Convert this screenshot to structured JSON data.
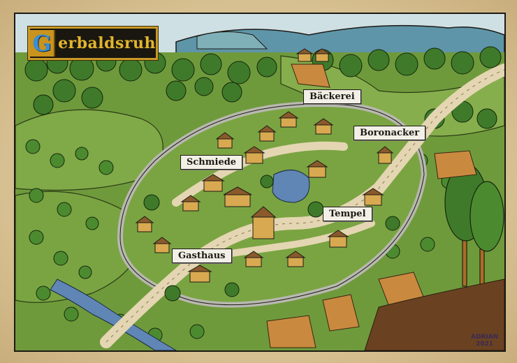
{
  "map": {
    "title_initial": "G",
    "title_rest": "erbaldsruh",
    "title_full": "Gerbaldsruh",
    "colors": {
      "parchment": "#d9c49a",
      "sky": "#cfe0e4",
      "mountains": "#5f95a8",
      "grass": "#6f9a3c",
      "forest": "#3f7a2a",
      "road": "#e4d6b2",
      "wall": "#b8b8b0",
      "water": "#5f86b4",
      "roof": "#8a5a2c",
      "field": "#c98a40",
      "title_gold": "#e2b52e",
      "title_initial_blue": "#3b8fd0"
    },
    "labels": [
      {
        "id": "baeckerei",
        "text": "Bäckerei"
      },
      {
        "id": "boronacker",
        "text": "Boronacker"
      },
      {
        "id": "schmiede",
        "text": "Schmiede"
      },
      {
        "id": "tempel",
        "text": "Tempel"
      },
      {
        "id": "gasthaus",
        "text": "Gasthaus"
      }
    ],
    "signature": {
      "artist": "ADRIAN",
      "year": "2021"
    }
  }
}
